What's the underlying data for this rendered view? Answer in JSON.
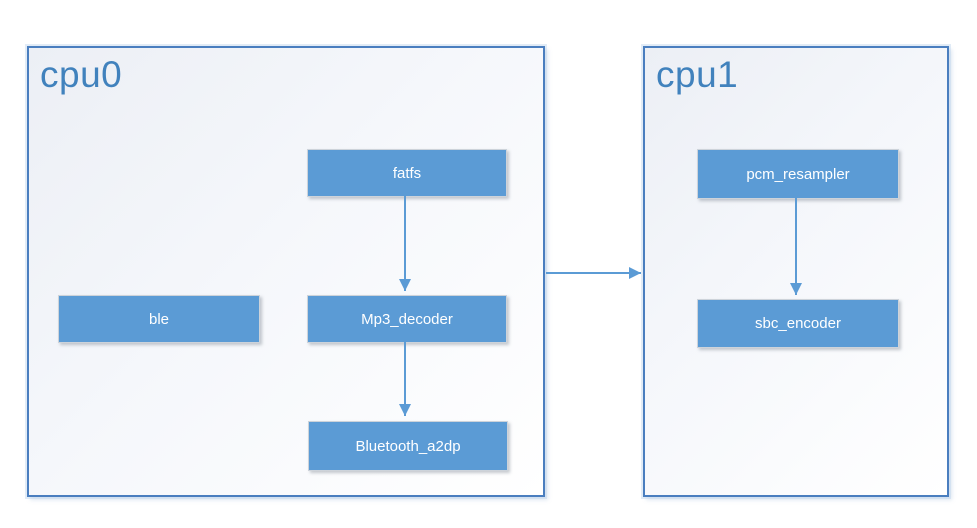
{
  "groups": [
    {
      "title": "cpu0",
      "nodes": [
        {
          "label": "fatfs"
        },
        {
          "label": "ble"
        },
        {
          "label": "Mp3_decoder"
        },
        {
          "label": "Bluetooth_a2dp"
        }
      ]
    },
    {
      "title": "cpu1",
      "nodes": [
        {
          "label": "pcm_resampler"
        },
        {
          "label": "sbc_encoder"
        }
      ]
    }
  ],
  "edges": [
    {
      "from": "fatfs",
      "to": "Mp3_decoder"
    },
    {
      "from": "Mp3_decoder",
      "to": "Bluetooth_a2dp"
    },
    {
      "from": "pcm_resampler",
      "to": "sbc_encoder"
    },
    {
      "from": "cpu0",
      "to": "cpu1"
    }
  ],
  "colors": {
    "node_fill": "#5b9bd5",
    "node_text": "#ffffff",
    "group_border": "#4a7ebf",
    "group_title": "#4182bd",
    "arrow": "#5b9bd5"
  }
}
